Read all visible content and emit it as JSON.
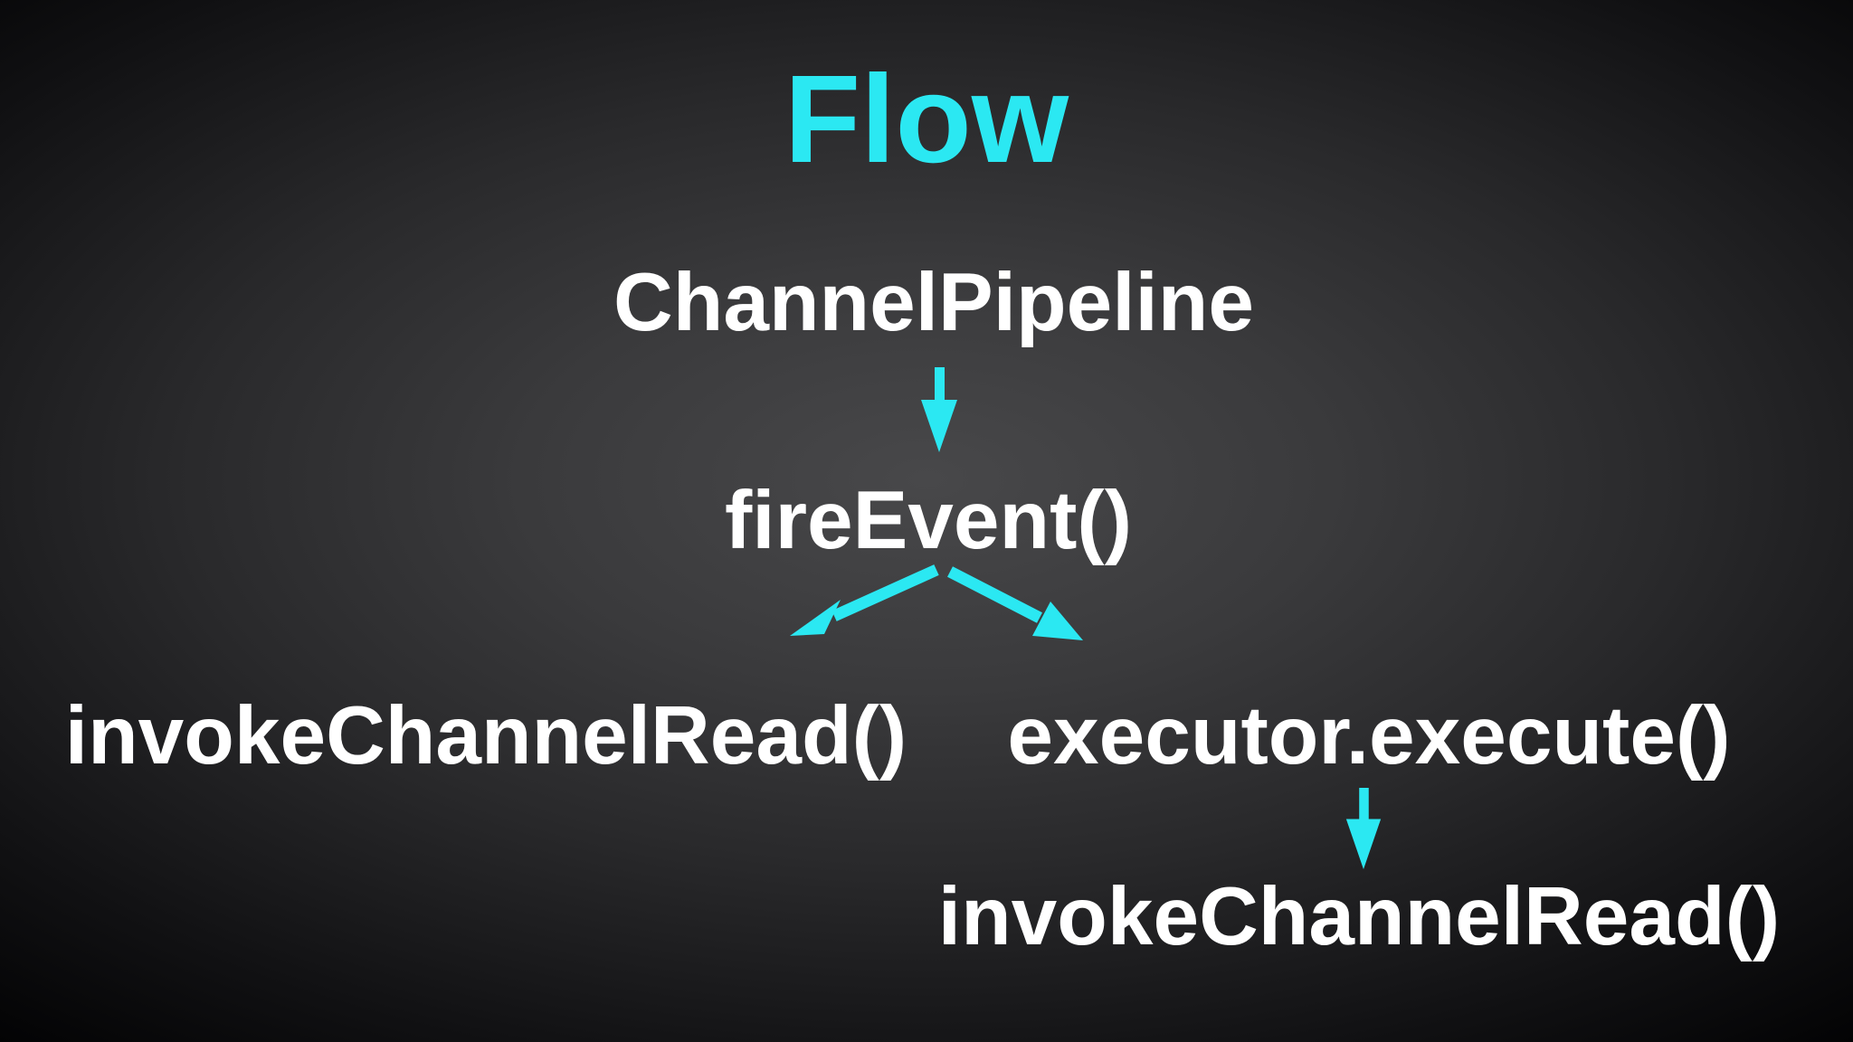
{
  "slide": {
    "title": "Flow",
    "colors": {
      "accent": "#2BE8F2",
      "text": "#FFFFFF",
      "background_center": "#48484A",
      "background_edge": "#020203"
    }
  },
  "diagram": {
    "nodes": [
      {
        "id": "channel-pipeline",
        "label": "ChannelPipeline"
      },
      {
        "id": "fire-event",
        "label": "fireEvent()"
      },
      {
        "id": "invoke-channel-read-left",
        "label": "invokeChannelRead()"
      },
      {
        "id": "executor-execute",
        "label": "executor.execute()"
      },
      {
        "id": "invoke-channel-read-bottom",
        "label": "invokeChannelRead()"
      }
    ],
    "edges": [
      {
        "from": "channel-pipeline",
        "to": "fire-event",
        "icon": "arrow-down-icon"
      },
      {
        "from": "fire-event",
        "to": "invoke-channel-read-left",
        "icon": "arrow-diagonal-left-icon"
      },
      {
        "from": "fire-event",
        "to": "executor-execute",
        "icon": "arrow-diagonal-right-icon"
      },
      {
        "from": "executor-execute",
        "to": "invoke-channel-read-bottom",
        "icon": "arrow-down-icon"
      }
    ]
  }
}
